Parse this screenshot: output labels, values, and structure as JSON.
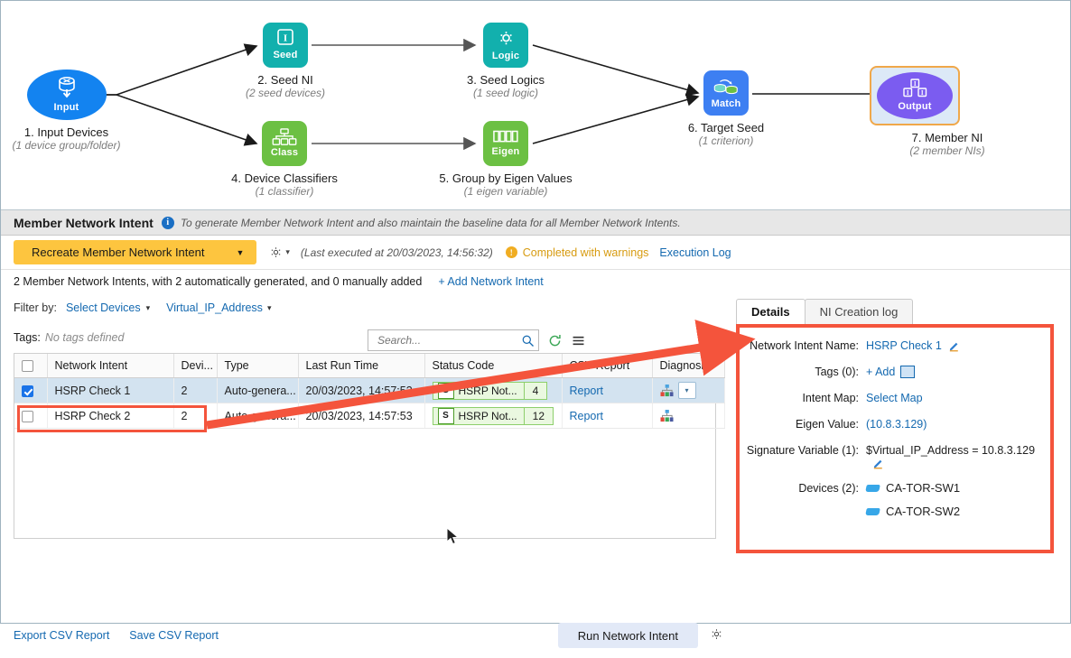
{
  "diagram": {
    "nodes": [
      {
        "id": "input",
        "cap": "Input",
        "label": "1. Input Devices",
        "sub": "(1 device group/folder)",
        "icon": "database-down-icon"
      },
      {
        "id": "seed",
        "cap": "Seed",
        "label": "2. Seed NI",
        "sub": "(2 seed devices)",
        "icon": "seed-intent-icon"
      },
      {
        "id": "logic",
        "cap": "Logic",
        "label": "3. Seed Logics",
        "sub": "(1 seed logic)",
        "icon": "gear-icon"
      },
      {
        "id": "class",
        "cap": "Class",
        "label": "4. Device Classifiers",
        "sub": "(1 classifier)",
        "icon": "hierarchy-icon"
      },
      {
        "id": "eigen",
        "cap": "Eigen",
        "label": "5. Group by Eigen Values",
        "sub": "(1 eigen variable)",
        "icon": "blocks-icon"
      },
      {
        "id": "match",
        "cap": "Match",
        "label": "6. Target Seed",
        "sub": "(1 criterion)",
        "icon": "match-db-icon"
      },
      {
        "id": "output",
        "cap": "Output",
        "label": "7. Member NI",
        "sub": "(2 member NIs)",
        "icon": "output-blocks-icon"
      }
    ]
  },
  "section": {
    "title": "Member Network Intent",
    "description": "To generate Member Network Intent and also maintain the baseline data for all Member Network Intents.",
    "info_icon": "info-icon"
  },
  "toolbar": {
    "recreate_label": "Recreate Member Network Intent",
    "caret": "▼",
    "gear_icon": "gear-icon",
    "last_executed": "(Last executed at 20/03/2023, 14:56:32)",
    "status": "Completed with warnings",
    "execution_log": "Execution Log",
    "accent_yellow": "#fdc53f",
    "warning_color": "#d79b10",
    "link_color": "#1469b0"
  },
  "summary": {
    "text": "2 Member Network Intents, with 2 automatically generated, and 0 manually added",
    "add_link": "+ Add Network Intent"
  },
  "filter": {
    "label": "Filter by:",
    "select_devices": "Select Devices",
    "virtual_ip": "Virtual_IP_Address",
    "chevron": "⌄"
  },
  "tags": {
    "label": "Tags:",
    "value": "No tags defined"
  },
  "search": {
    "placeholder": "Search...",
    "search_icon": "search-icon",
    "refresh_icon": "refresh-icon",
    "menu_icon": "hamburger-menu-icon"
  },
  "table": {
    "columns": [
      "Network Intent",
      "Devi...",
      "Type",
      "Last Run Time",
      "Status Code",
      "CSV Report",
      "Diagnosi..."
    ],
    "rows": [
      {
        "selected": true,
        "name": "HSRP Check 1",
        "devices": "2",
        "type": "Auto-genera...",
        "last_run": "20/03/2023, 14:57:53",
        "status_badge": "S",
        "status_text": "HSRP Not...",
        "status_count": "4",
        "csv_report": "Report",
        "diagnosis_icon": "diagnosis-tree-icon",
        "has_dropdown": true
      },
      {
        "selected": false,
        "name": "HSRP Check 2",
        "devices": "2",
        "type": "Auto-genera...",
        "last_run": "20/03/2023, 14:57:53",
        "status_badge": "S",
        "status_text": "HSRP Not...",
        "status_count": "12",
        "csv_report": "Report",
        "diagnosis_icon": "diagnosis-tree-icon",
        "has_dropdown": false
      }
    ]
  },
  "bottom": {
    "export_csv": "Export CSV Report",
    "save_csv": "Save CSV Report",
    "run_button": "Run Network Intent",
    "gear_icon": "gear-icon"
  },
  "details": {
    "tabs": [
      {
        "label": "Details",
        "active": true
      },
      {
        "label": "NI Creation log",
        "active": false
      }
    ],
    "fields": [
      {
        "label": "Network Intent Name:",
        "value": "HSRP Check 1",
        "link": true,
        "edit": true
      },
      {
        "label": "Tags (0):",
        "value": "+ Add",
        "link": true,
        "tag_icon": true
      },
      {
        "label": "Intent Map:",
        "value": "Select Map",
        "link": true
      },
      {
        "label": "Eigen Value:",
        "value": "(10.8.3.129)",
        "link": true
      },
      {
        "label": "Signature Variable (1):",
        "value": "$Virtual_IP_Address = 10.8.3.129",
        "link": false,
        "edit": true
      }
    ],
    "devices_label": "Devices (2):",
    "devices": [
      "CA-TOR-SW1",
      "CA-TOR-SW2"
    ],
    "highlight_color": "#f4543c"
  }
}
